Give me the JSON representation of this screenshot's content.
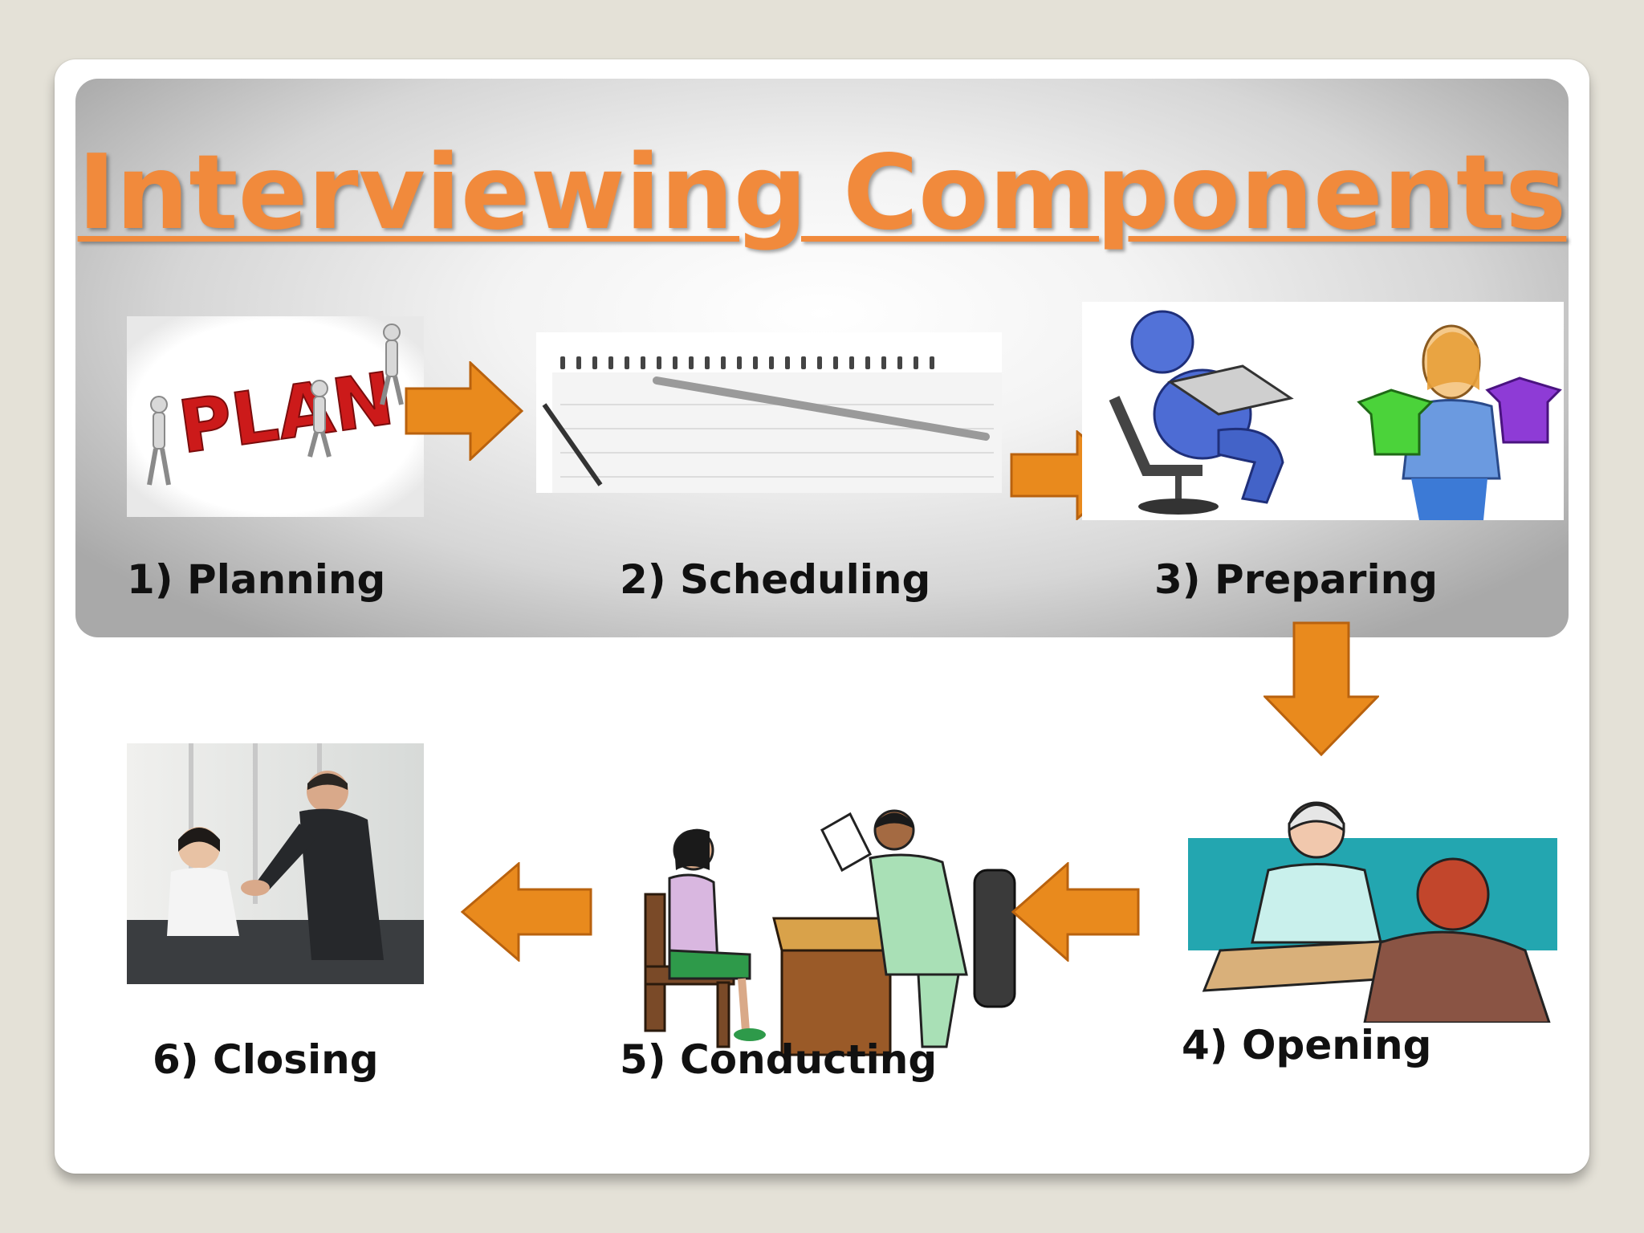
{
  "slide": {
    "title": "Interviewing Components",
    "steps": [
      {
        "label": "1) Planning",
        "icon": "plan-text-figures-image"
      },
      {
        "label": "2) Scheduling",
        "icon": "calendar-pen-image"
      },
      {
        "label": "3) Preparing",
        "icon": "reading-figure-and-choosing-clothes-image"
      },
      {
        "label": "4) Opening",
        "icon": "interview-greeting-image"
      },
      {
        "label": "5) Conducting",
        "icon": "interview-at-desk-image"
      },
      {
        "label": "6) Closing",
        "icon": "handshake-photo-image"
      }
    ],
    "arrow_color": "#e98a1d",
    "title_color": "#f18a3c"
  },
  "plan_image_text": "PLAN"
}
